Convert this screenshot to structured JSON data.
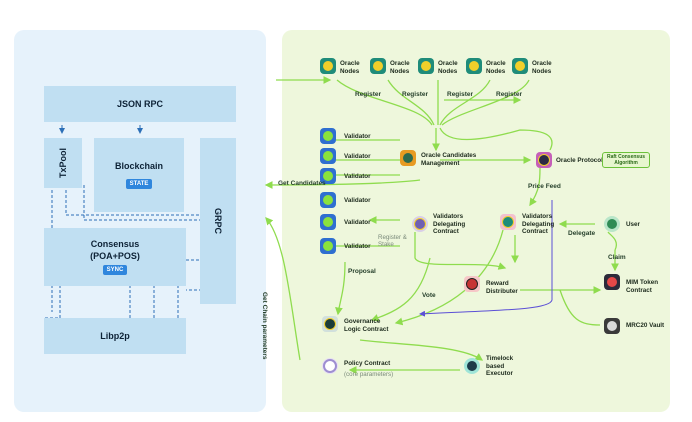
{
  "left": {
    "json_rpc": "JSON RPC",
    "txpool": "TxPool",
    "blockchain": "Blockchain",
    "state_badge": "STATE",
    "grpc": "GRPC",
    "consensus": "Consensus",
    "consensus_sub": "(POA+POS)",
    "sync_badge": "SYNC",
    "libp2p": "Libp2p"
  },
  "edges": {
    "get_candidates": "Get Candidates",
    "get_chain_params": "Get Chain parameters",
    "register": "Register",
    "register_stake": "Register & Stake",
    "proposal": "Proposal",
    "vote": "Vote",
    "price_feed": "Price Feed",
    "delegate": "Delegate",
    "claim": "Claim"
  },
  "nodes": {
    "oracle_node": "Oracle Nodes",
    "validator": "Validator",
    "oracle_candidates": "Oracle Candidates Management",
    "oracle_protocol": "Oracle Protocol",
    "raft": "Raft Consensus Algorithm",
    "vdc_left": "Validators Delegating Contract",
    "vdc_right": "Validators Delegating Contract",
    "user": "User",
    "reward": "Reward Distributer",
    "mim": "MIM Token Contract",
    "mrc20": "MRC20 Vault",
    "governance": "Governance Logic Contract",
    "policy": "Policy Contract",
    "core_params": "(core parameters)",
    "timelock": "Timelock based Executor"
  },
  "colors": {
    "left_panel": "#e6f2fb",
    "right_panel": "#eef7dc",
    "box": "#c0dff2",
    "accent_blue": "#2f86dd",
    "green_line": "#8fdc4e",
    "dashed_line": "#2c6fb7",
    "purple_line": "#5b4fd6"
  },
  "icons": [
    "oracle-node-icon",
    "validator-icon",
    "contract-icon",
    "user-icon",
    "token-icon",
    "vault-icon"
  ]
}
